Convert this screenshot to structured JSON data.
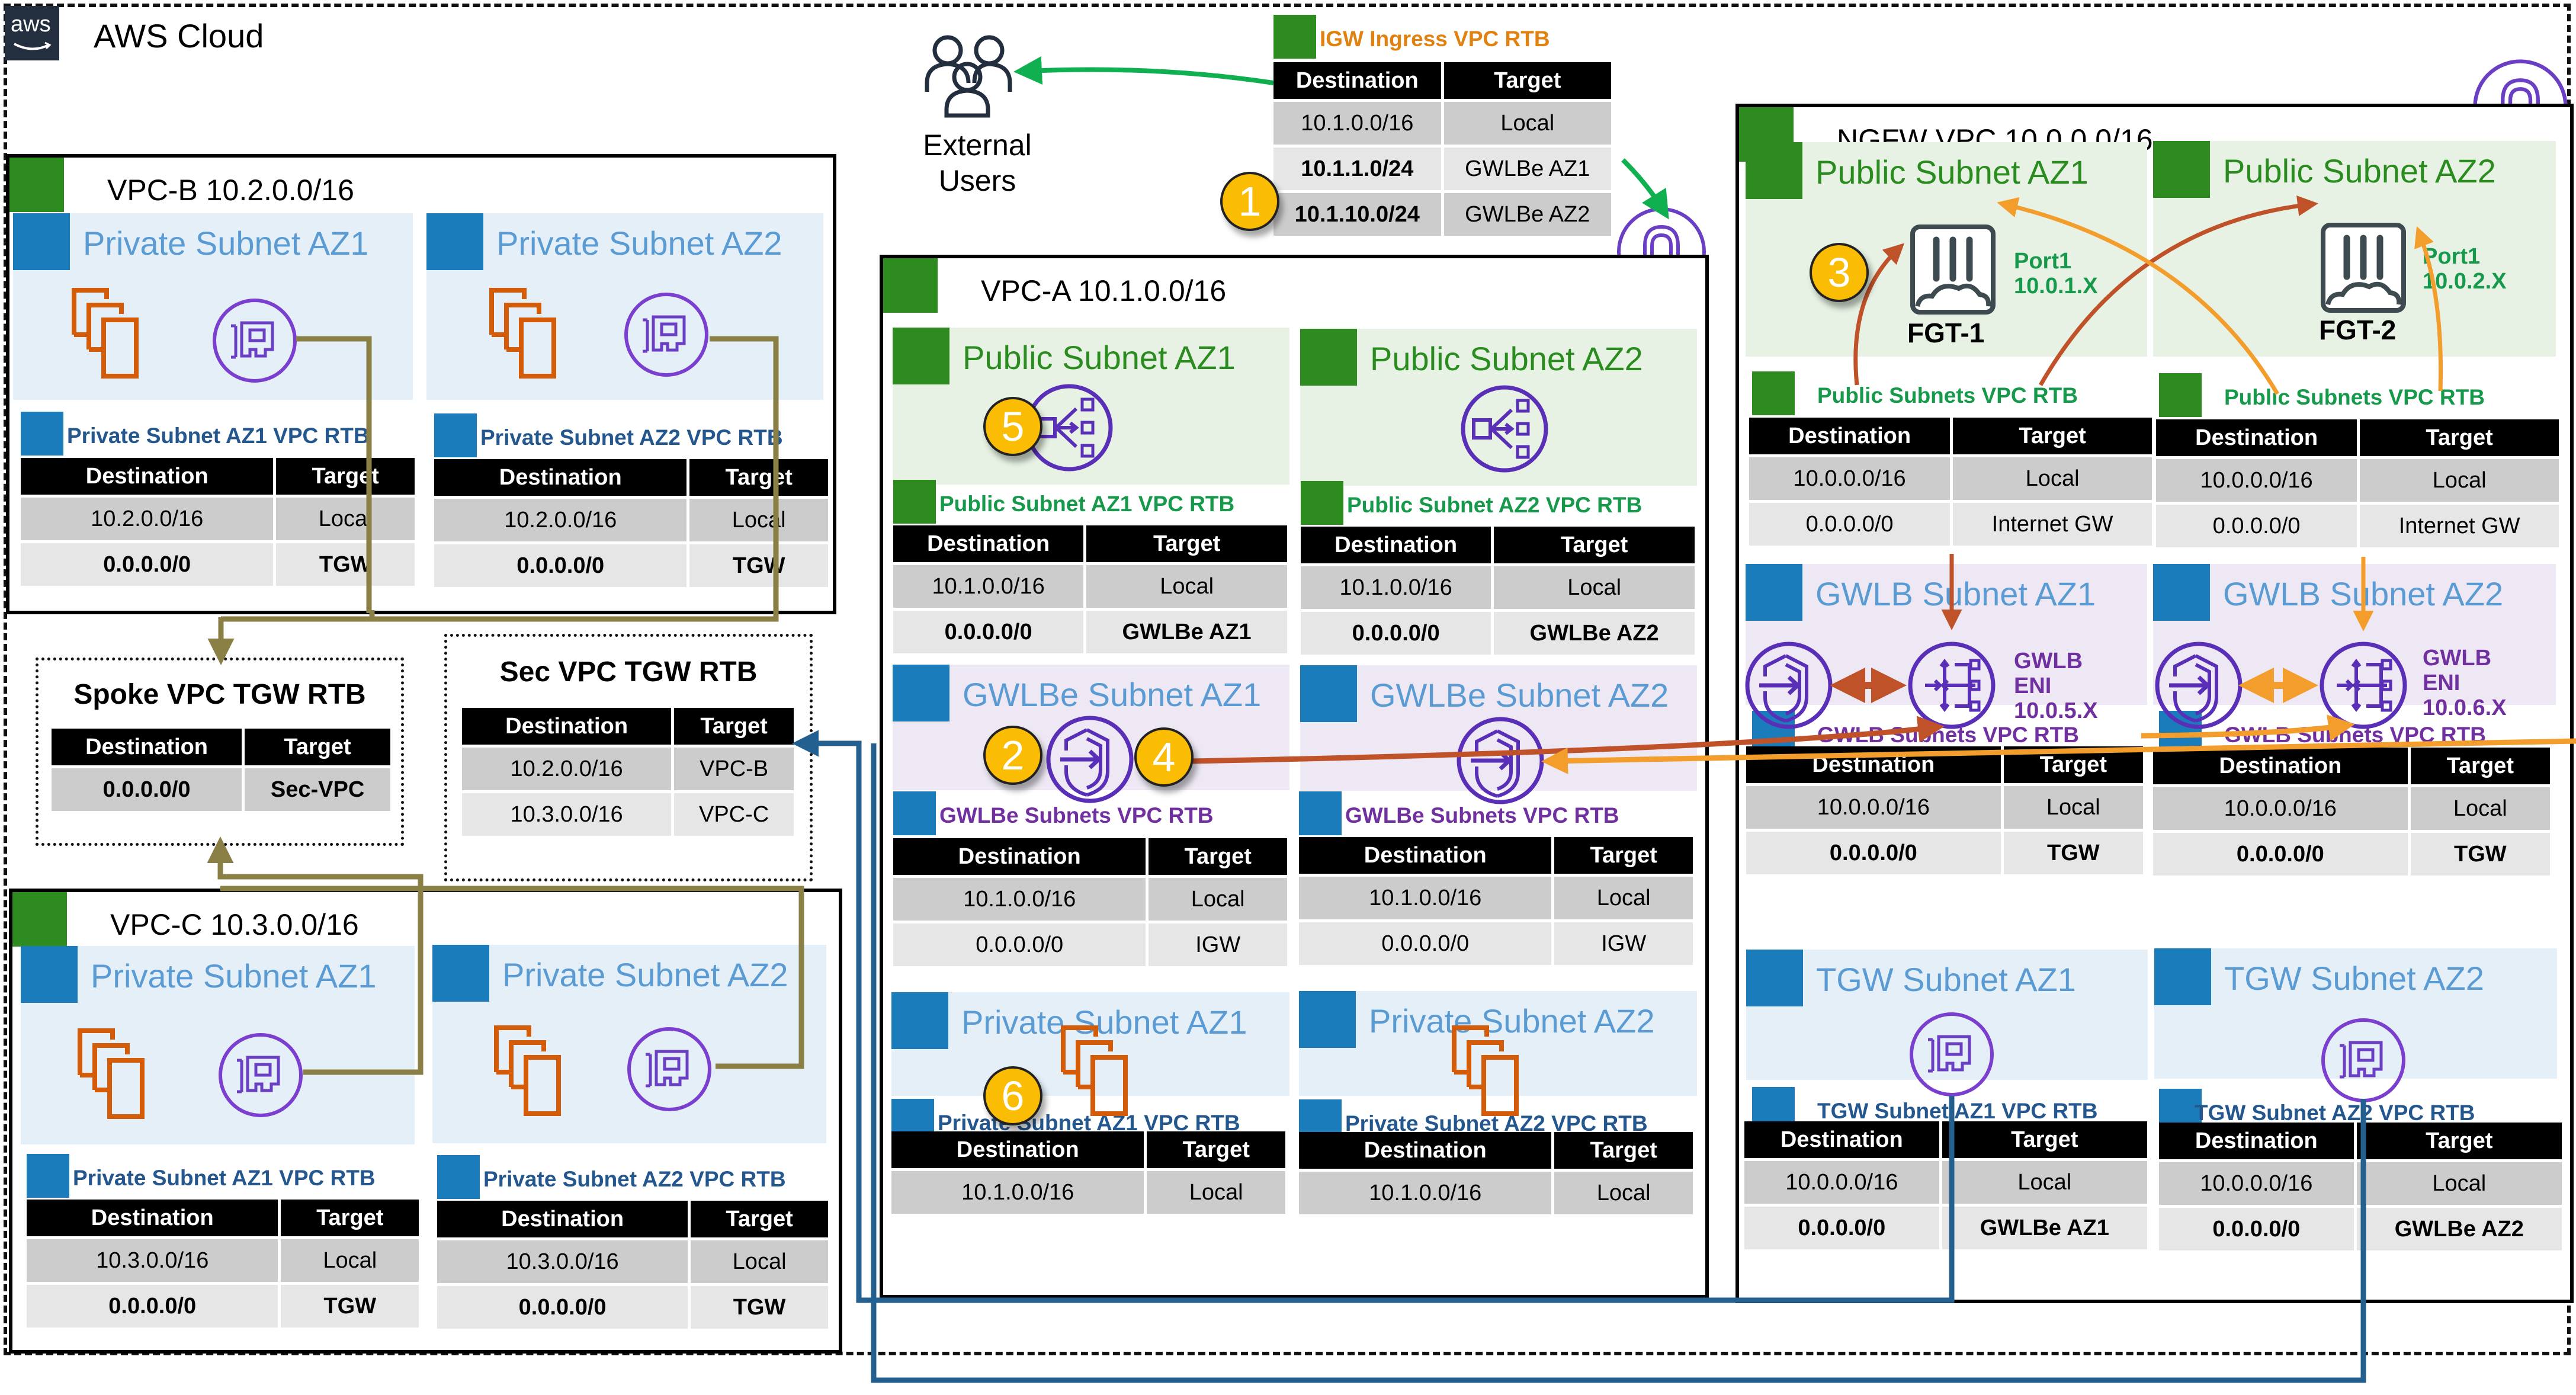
{
  "cloud": {
    "title": "AWS Cloud",
    "logo_text": "aws"
  },
  "external_users": {
    "label_line1": "External",
    "label_line2": "Users"
  },
  "badges": [
    "1",
    "2",
    "3",
    "4",
    "5",
    "6"
  ],
  "igw_rtb": {
    "title": "IGW Ingress VPC RTB",
    "headers": [
      "Destination",
      "Target"
    ],
    "rows": [
      {
        "dest": "10.1.0.0/16",
        "target": "Local"
      },
      {
        "dest": "10.1.1.0/24",
        "target": "GWLBe AZ1"
      },
      {
        "dest": "10.1.10.0/24",
        "target": "GWLBe AZ2"
      }
    ]
  },
  "vpc_b": {
    "title": "VPC-B 10.2.0.0/16",
    "az1": {
      "subnet": "Private Subnet AZ1",
      "rtb_title": "Private Subnet AZ1 VPC RTB",
      "rows": [
        {
          "dest": "10.2.0.0/16",
          "target": "Local"
        },
        {
          "dest": "0.0.0.0/0",
          "target": "TGW"
        }
      ]
    },
    "az2": {
      "subnet": "Private Subnet AZ2",
      "rtb_title": "Private Subnet AZ2 VPC RTB",
      "rows": [
        {
          "dest": "10.2.0.0/16",
          "target": "Local"
        },
        {
          "dest": "0.0.0.0/0",
          "target": "TGW"
        }
      ]
    }
  },
  "vpc_c": {
    "title": "VPC-C 10.3.0.0/16",
    "az1": {
      "subnet": "Private Subnet AZ1",
      "rtb_title": "Private Subnet AZ1 VPC RTB",
      "rows": [
        {
          "dest": "10.3.0.0/16",
          "target": "Local"
        },
        {
          "dest": "0.0.0.0/0",
          "target": "TGW"
        }
      ]
    },
    "az2": {
      "subnet": "Private Subnet AZ2",
      "rtb_title": "Private Subnet AZ2 VPC RTB",
      "rows": [
        {
          "dest": "10.3.0.0/16",
          "target": "Local"
        },
        {
          "dest": "0.0.0.0/0",
          "target": "TGW"
        }
      ]
    }
  },
  "spoke_tgw_rtb": {
    "title": "Spoke VPC TGW RTB",
    "headers": [
      "Destination",
      "Target"
    ],
    "rows": [
      {
        "dest": "0.0.0.0/0",
        "target": "Sec-VPC"
      }
    ]
  },
  "sec_tgw_rtb": {
    "title": "Sec VPC TGW RTB",
    "headers": [
      "Destination",
      "Target"
    ],
    "rows": [
      {
        "dest": "10.2.0.0/16",
        "target": "VPC-B"
      },
      {
        "dest": "10.3.0.0/16",
        "target": "VPC-C"
      }
    ]
  },
  "vpc_a": {
    "title": "VPC-A 10.1.0.0/16",
    "public_az1": {
      "subnet": "Public Subnet AZ1",
      "rtb_title": "Public Subnet AZ1 VPC RTB",
      "rows": [
        {
          "dest": "10.1.0.0/16",
          "target": "Local"
        },
        {
          "dest": "0.0.0.0/0",
          "target": "GWLBe AZ1"
        }
      ]
    },
    "public_az2": {
      "subnet": "Public Subnet AZ2",
      "rtb_title": "Public Subnet AZ2 VPC RTB",
      "rows": [
        {
          "dest": "10.1.0.0/16",
          "target": "Local"
        },
        {
          "dest": "0.0.0.0/0",
          "target": "GWLBe AZ2"
        }
      ]
    },
    "gwlbe_az1": {
      "subnet": "GWLBe Subnet AZ1",
      "rtb_title": "GWLBe Subnets VPC RTB",
      "rows": [
        {
          "dest": "10.1.0.0/16",
          "target": "Local"
        },
        {
          "dest": "0.0.0.0/0",
          "target": "IGW"
        }
      ]
    },
    "gwlbe_az2": {
      "subnet": "GWLBe Subnet AZ2",
      "rtb_title": "GWLBe Subnets VPC RTB",
      "rows": [
        {
          "dest": "10.1.0.0/16",
          "target": "Local"
        },
        {
          "dest": "0.0.0.0/0",
          "target": "IGW"
        }
      ]
    },
    "private_az1": {
      "subnet": "Private Subnet AZ1",
      "rtb_title": "Private Subnet AZ1 VPC RTB",
      "rows": [
        {
          "dest": "10.1.0.0/16",
          "target": "Local"
        }
      ]
    },
    "private_az2": {
      "subnet": "Private Subnet AZ2",
      "rtb_title": "Private Subnet AZ2 VPC RTB",
      "rows": [
        {
          "dest": "10.1.0.0/16",
          "target": "Local"
        }
      ]
    }
  },
  "ngfw_vpc": {
    "title": "NGFW VPC 10.0.0.0/16",
    "public_az1": {
      "subnet": "Public Subnet AZ1",
      "fgt": "FGT-1",
      "port_line1": "Port1",
      "port_line2": "10.0.1.X",
      "rtb_title": "Public Subnets VPC RTB",
      "rows": [
        {
          "dest": "10.0.0.0/16",
          "target": "Local"
        },
        {
          "dest": "0.0.0.0/0",
          "target": "Internet GW"
        }
      ]
    },
    "public_az2": {
      "subnet": "Public Subnet AZ2",
      "fgt": "FGT-2",
      "port_line1": "Port1",
      "port_line2": "10.0.2.X",
      "rtb_title": "Public Subnets VPC RTB",
      "rows": [
        {
          "dest": "10.0.0.0/16",
          "target": "Local"
        },
        {
          "dest": "0.0.0.0/0",
          "target": "Internet GW"
        }
      ]
    },
    "gwlb_az1": {
      "subnet": "GWLB Subnet AZ1",
      "eni_line1": "GWLB",
      "eni_line2": "ENI",
      "eni_line3": "10.0.5.X",
      "rtb_title": "GWLB Subnets VPC RTB",
      "rows": [
        {
          "dest": "10.0.0.0/16",
          "target": "Local"
        },
        {
          "dest": "0.0.0.0/0",
          "target": "TGW"
        }
      ]
    },
    "gwlb_az2": {
      "subnet": "GWLB Subnet AZ2",
      "eni_line1": "GWLB",
      "eni_line2": "ENI",
      "eni_line3": "10.0.6.X",
      "rtb_title": "GWLB Subnets VPC RTB",
      "rows": [
        {
          "dest": "10.0.0.0/16",
          "target": "Local"
        },
        {
          "dest": "0.0.0.0/0",
          "target": "TGW"
        }
      ]
    },
    "tgw_az1": {
      "subnet": "TGW Subnet AZ1",
      "rtb_title": "TGW Subnet AZ1 VPC RTB",
      "rows": [
        {
          "dest": "10.0.0.0/16",
          "target": "Local"
        },
        {
          "dest": "0.0.0.0/0",
          "target": "GWLBe AZ1"
        }
      ]
    },
    "tgw_az2": {
      "subnet": "TGW Subnet AZ2",
      "rtb_title": "TGW Subnet AZ2 VPC RTB",
      "rows": [
        {
          "dest": "10.0.0.0/16",
          "target": "Local"
        },
        {
          "dest": "0.0.0.0/0",
          "target": "GWLBe AZ2"
        }
      ]
    }
  },
  "colors": {
    "vpc_green": "#2e8b1f",
    "subnet_blue": "#1b7cbc",
    "purple": "#7030a0",
    "icon_purple": "#6a3fc4",
    "ec2_orange": "#d45b07",
    "flow_red": "#c0522a",
    "flow_orange": "#f29d2c",
    "flow_green": "#10b050",
    "tgw_line": "#8a7f45",
    "tgw_blue": "#23608f",
    "badge": "#fbbc04"
  }
}
